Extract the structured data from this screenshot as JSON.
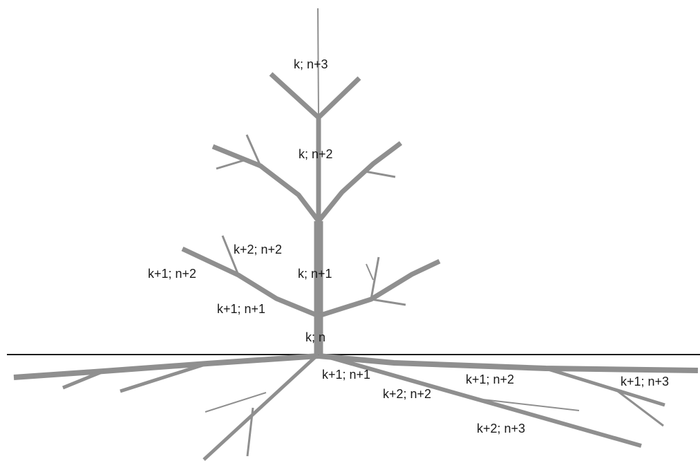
{
  "colors": {
    "branch": "#8f8f8f",
    "ground": "#1a1a1a",
    "text": "#1a1a1a",
    "background": "#ffffff"
  },
  "labels": {
    "top": "k; n+3",
    "upper_stem": "k; n+2",
    "lower_left_sub": "k+2; n+2",
    "lower_left_tip": "k+1; n+2",
    "middle_stem": "k; n+1",
    "lower_left_base": "k+1; n+1",
    "base": "k; n",
    "root_main": "k+1; n+1",
    "root_second": "k+2; n+2",
    "root_right_mid": "k+1; n+2",
    "root_right_end": "k+1; n+3",
    "root_deep": "k+2; n+3"
  }
}
